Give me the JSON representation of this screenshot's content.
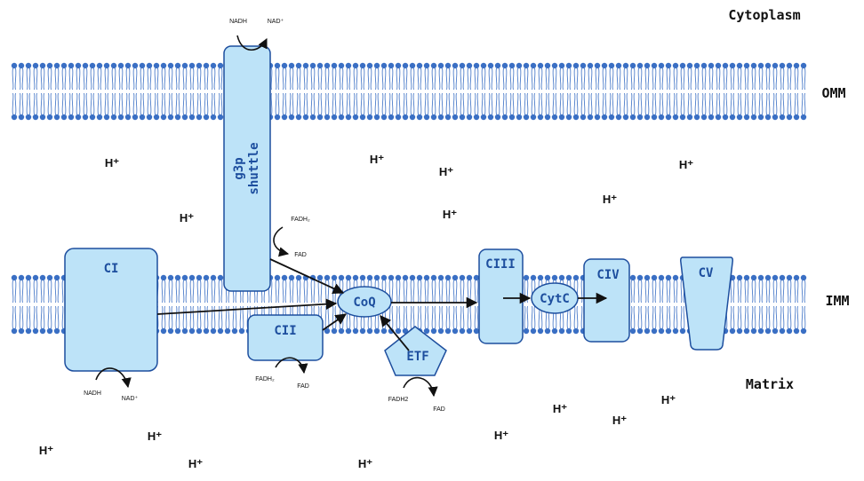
{
  "labels": {
    "cytoplasm": "Cytoplasm",
    "omm": "OMM",
    "imm": "IMM",
    "matrix": "Matrix"
  },
  "proton": "H⁺",
  "complexes": {
    "ci": "CI",
    "cii": "CII",
    "ciii": "CIII",
    "civ": "CIV",
    "cv": "CV",
    "coq": "CoQ",
    "cytc": "CytC",
    "etf": "ETF",
    "g3p_line1": "g3p",
    "g3p_line2": "shuttle"
  },
  "cofactors": {
    "g3p_nadh": "NADH",
    "g3p_nad": "NAD⁺",
    "g3p_fadh2": "FADH₂",
    "g3p_fad": "FAD",
    "ci_nadh": "NADH",
    "ci_nad": "NAD⁺",
    "cii_fadh2": "FADH₂",
    "cii_fad": "FAD",
    "etf_fadh2": "FADH2",
    "etf_fad": "FAD"
  },
  "colors": {
    "protein_fill": "#bde3f8",
    "protein_stroke": "#1d4e9e",
    "lipid": "#3a6fc4"
  }
}
